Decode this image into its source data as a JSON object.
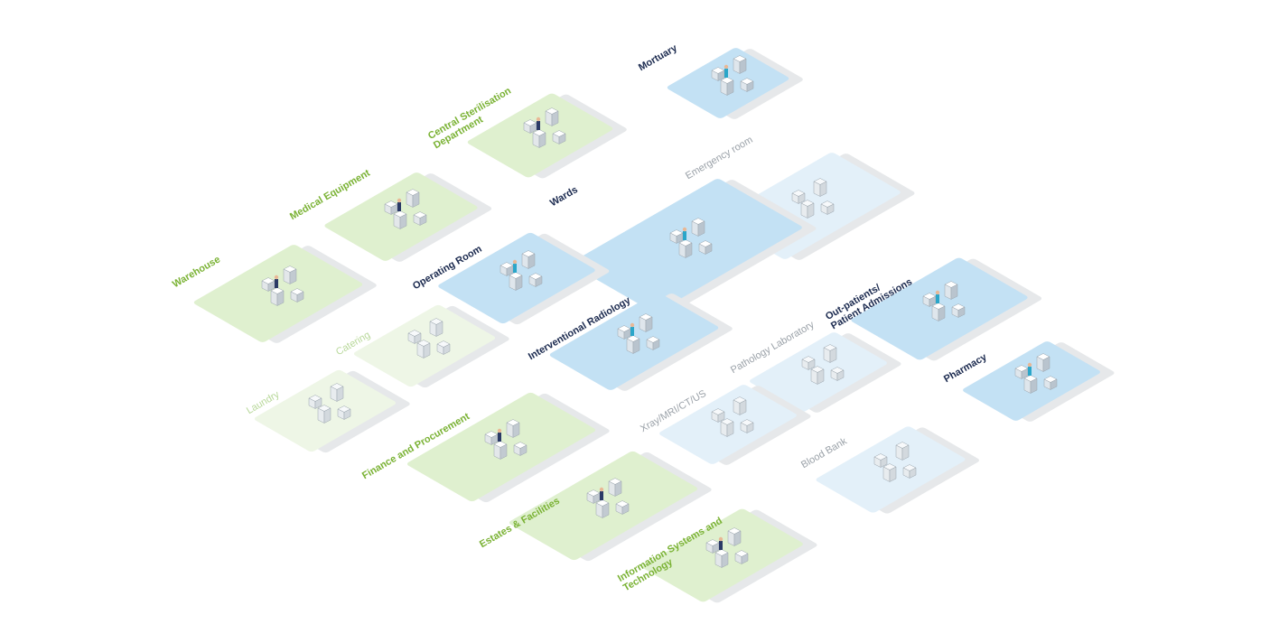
{
  "departments": [
    {
      "key": "mortuary",
      "label": [
        "Mortuary"
      ],
      "theme": "blue",
      "text": "navy"
    },
    {
      "key": "csd",
      "label": [
        "Central Sterilisation",
        "Department"
      ],
      "theme": "green",
      "text": "green"
    },
    {
      "key": "emergency",
      "label": [
        "Emergency room"
      ],
      "theme": "lblue",
      "text": "grey"
    },
    {
      "key": "medical-equipment",
      "label": [
        "Medical Equipment"
      ],
      "theme": "green",
      "text": "green"
    },
    {
      "key": "wards",
      "label": [
        "Wards"
      ],
      "theme": "blue",
      "text": "navy"
    },
    {
      "key": "warehouse",
      "label": [
        "Warehouse"
      ],
      "theme": "green",
      "text": "green"
    },
    {
      "key": "operating-room",
      "label": [
        "Operating Room"
      ],
      "theme": "blue",
      "text": "navy"
    },
    {
      "key": "outpatients",
      "label": [
        "Out-patients/",
        "Patient Admissions"
      ],
      "theme": "blue",
      "text": "navy"
    },
    {
      "key": "catering",
      "label": [
        "Catering"
      ],
      "theme": "lgreen",
      "text": "lgreen"
    },
    {
      "key": "interventional-radiology",
      "label": [
        "Interventional Radiology"
      ],
      "theme": "blue",
      "text": "navy"
    },
    {
      "key": "pathology",
      "label": [
        "Pathology Laboratory"
      ],
      "theme": "lblue",
      "text": "grey"
    },
    {
      "key": "pharmacy",
      "label": [
        "Pharmacy"
      ],
      "theme": "blue",
      "text": "navy"
    },
    {
      "key": "laundry",
      "label": [
        "Laundry"
      ],
      "theme": "lgreen",
      "text": "lgreen"
    },
    {
      "key": "xray",
      "label": [
        "Xray/MRI/CT/US"
      ],
      "theme": "lblue",
      "text": "grey"
    },
    {
      "key": "finance",
      "label": [
        "Finance and Procurement"
      ],
      "theme": "green",
      "text": "green"
    },
    {
      "key": "blood-bank",
      "label": [
        "Blood Bank"
      ],
      "theme": "lblue",
      "text": "grey"
    },
    {
      "key": "estates",
      "label": [
        "Estates & Facilities"
      ],
      "theme": "green",
      "text": "green"
    },
    {
      "key": "information-systems",
      "label": [
        "Information Systems and",
        "Technology"
      ],
      "theme": "green",
      "text": "green"
    }
  ]
}
